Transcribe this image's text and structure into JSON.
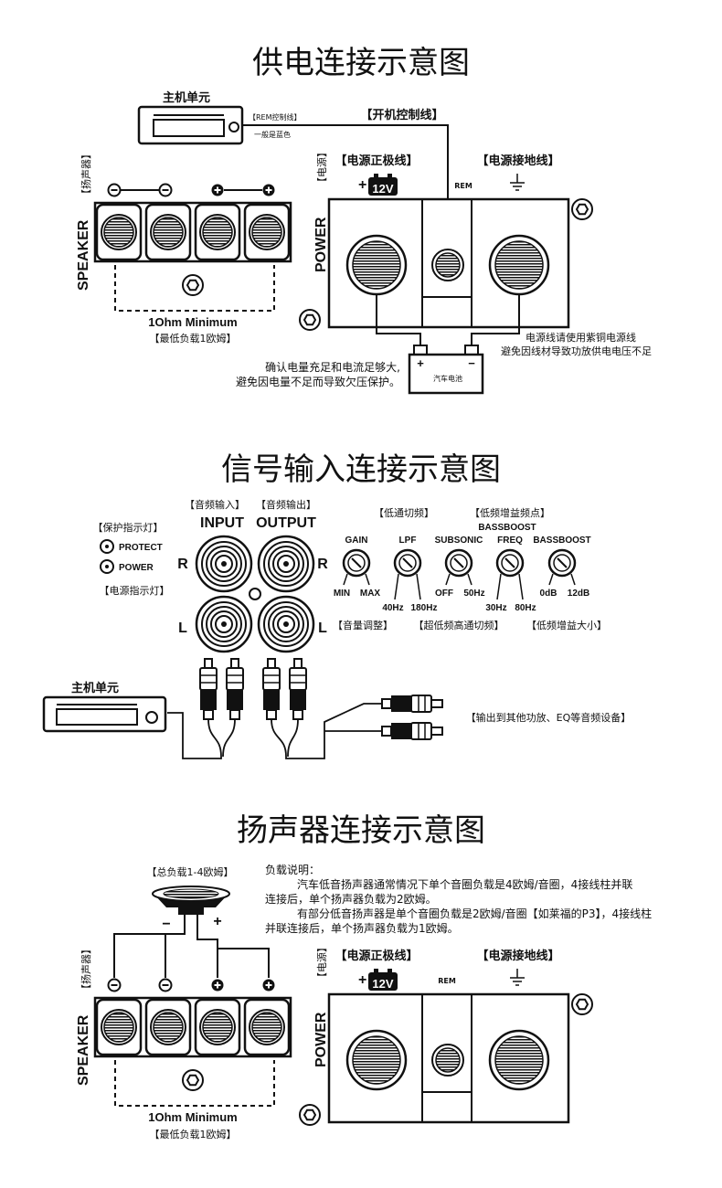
{
  "section1": {
    "title": "供电连接示意图",
    "head_unit": "主机单元",
    "rem_wire": "【REM控制线】",
    "blue_note": "一般是蓝色",
    "turn_on_wire": "【开机控制线】",
    "speaker_label": "SPEAKER",
    "speaker_cn": "【扬声器】",
    "power_label": "POWER",
    "power_cn": "【电源】",
    "pos_wire": "【电源正极线】",
    "gnd_wire": "【电源接地线】",
    "v12": "12V",
    "rem": "REM",
    "minimum": "1Ohm Minimum",
    "min_load": "【最低负载1欧姆】",
    "power_note_1": "电源线请使用紫铜电源线",
    "power_note_2": "避免因线材导致功放供电电压不足",
    "battery": "汽车电池",
    "battery_note_1": "确认电量充足和电流足够大,",
    "battery_note_2": "避免因电量不足而导致欠压保护。"
  },
  "section2": {
    "title": "信号输入连接示意图",
    "audio_in": "【音频输入】",
    "audio_out": "【音频输出】",
    "input": "INPUT",
    "output": "OUTPUT",
    "protect_cn": "【保护指示灯】",
    "protect": "PROTECT",
    "power": "POWER",
    "power_cn": "【电源指示灯】",
    "r": "R",
    "l": "L",
    "lpf_cn": "【低通切频】",
    "bass_freq_cn": "【低频增益频点】",
    "bassboost_top": "BASSBOOST",
    "knobs": [
      {
        "name": "GAIN",
        "min": "MIN",
        "max": "MAX"
      },
      {
        "name": "LPF",
        "min": "40Hz",
        "max": "180Hz"
      },
      {
        "name": "SUBSONIC",
        "min": "OFF",
        "max": "50Hz"
      },
      {
        "name": "FREQ",
        "min": "30Hz",
        "max": "80Hz"
      },
      {
        "name": "BASSBOOST",
        "min": "0dB",
        "max": "12dB"
      }
    ],
    "vol_cn": "【音量调整】",
    "subsonic_cn": "【超低频高通切频】",
    "bass_gain_cn": "【低频增益大小】",
    "head_unit": "主机单元",
    "out_note": "【输出到其他功放、EQ等音频设备】"
  },
  "section3": {
    "title": "扬声器连接示意图",
    "total_load": "【总负载1-4欧姆】",
    "load_title": "负载说明：",
    "load_line_1": "汽车低音扬声器通常情况下单个音圈负载是4欧姆/音圈，4接线柱并联",
    "load_line_2": "连接后，单个扬声器负载为2欧姆。",
    "load_line_3": "有部分低音扬声器是单个音圈负载是2欧姆/音圈【如莱福的P3】，4接线柱",
    "load_line_4": "并联连接后，单个扬声器负载为1欧姆。",
    "speaker_label": "SPEAKER",
    "speaker_cn": "【扬声器】",
    "power_label": "POWER",
    "power_cn": "【电源】",
    "pos_wire": "【电源正极线】",
    "gnd_wire": "【电源接地线】",
    "v12": "12V",
    "rem": "REM",
    "minimum": "1Ohm Minimum",
    "min_load": "【最低负载1欧姆】",
    "minus": "−",
    "plus": "+"
  }
}
